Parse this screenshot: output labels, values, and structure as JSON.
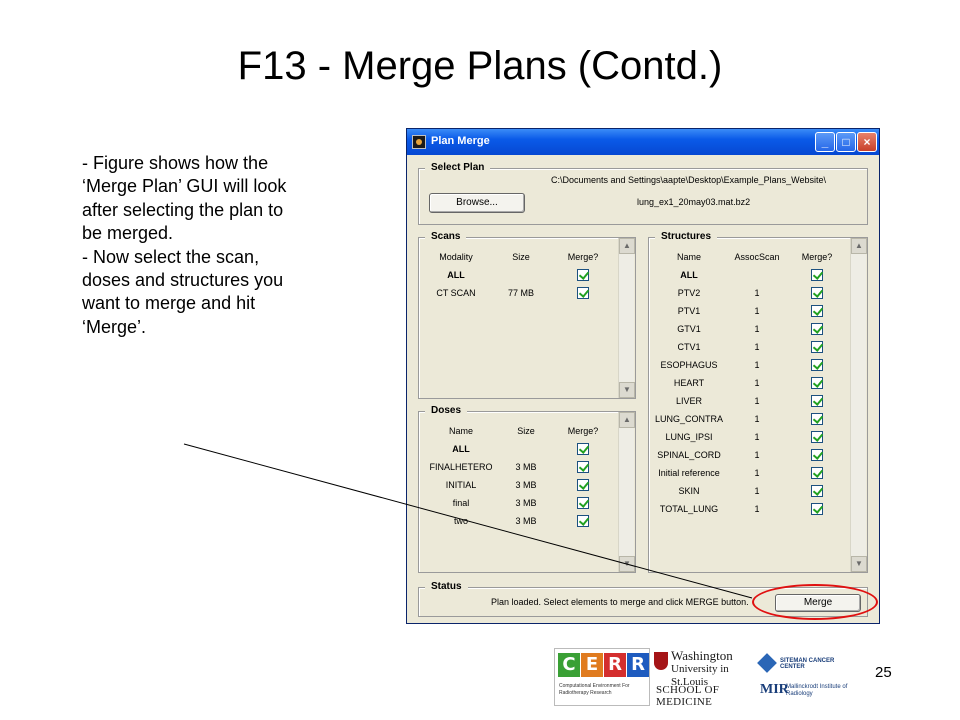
{
  "slide": {
    "title": "F13 - Merge Plans (Contd.)",
    "bullets": [
      "- Figure shows how the ‘Merge Plan’ GUI will look after selecting the plan to be merged.",
      "- Now select the scan, doses and structures you want to merge and hit ‘Merge’."
    ],
    "page_number": "25"
  },
  "window": {
    "title": "Plan Merge",
    "controls": {
      "minimize": "_",
      "maximize": "□",
      "close": "×"
    }
  },
  "select_plan": {
    "label": "Select Plan",
    "path_line1": "C:\\Documents and Settings\\aapte\\Desktop\\Example_Plans_Website\\",
    "path_line2": "lung_ex1_20may03.mat.bz2",
    "browse_button": "Browse..."
  },
  "scans": {
    "label": "Scans",
    "columns": [
      "Modality",
      "Size",
      "Merge?"
    ],
    "rows": [
      {
        "name": "ALL",
        "size": "",
        "checked": true
      },
      {
        "name": "CT SCAN",
        "size": "77 MB",
        "checked": true
      }
    ]
  },
  "doses": {
    "label": "Doses",
    "columns": [
      "Name",
      "Size",
      "Merge?"
    ],
    "rows": [
      {
        "name": "ALL",
        "size": "",
        "checked": true
      },
      {
        "name": "FINALHETERO",
        "size": "3 MB",
        "checked": true
      },
      {
        "name": "INITIAL",
        "size": "3 MB",
        "checked": true
      },
      {
        "name": "final",
        "size": "3 MB",
        "checked": true
      },
      {
        "name": "two",
        "size": "3 MB",
        "checked": true
      }
    ]
  },
  "structures": {
    "label": "Structures",
    "columns": [
      "Name",
      "AssocScan",
      "Merge?"
    ],
    "rows": [
      {
        "name": "ALL",
        "assoc": "",
        "checked": true
      },
      {
        "name": "PTV2",
        "assoc": "1",
        "checked": true
      },
      {
        "name": "PTV1",
        "assoc": "1",
        "checked": true
      },
      {
        "name": "GTV1",
        "assoc": "1",
        "checked": true
      },
      {
        "name": "CTV1",
        "assoc": "1",
        "checked": true
      },
      {
        "name": "ESOPHAGUS",
        "assoc": "1",
        "checked": true
      },
      {
        "name": "HEART",
        "assoc": "1",
        "checked": true
      },
      {
        "name": "LIVER",
        "assoc": "1",
        "checked": true
      },
      {
        "name": "LUNG_CONTRA",
        "assoc": "1",
        "checked": true
      },
      {
        "name": "LUNG_IPSI",
        "assoc": "1",
        "checked": true
      },
      {
        "name": "SPINAL_CORD",
        "assoc": "1",
        "checked": true
      },
      {
        "name": "Initial reference",
        "assoc": "1",
        "checked": true
      },
      {
        "name": "SKIN",
        "assoc": "1",
        "checked": true
      },
      {
        "name": "TOTAL_LUNG",
        "assoc": "1",
        "checked": true
      }
    ]
  },
  "status": {
    "label": "Status",
    "text": "Plan loaded.  Select elements to merge and click MERGE button.",
    "merge_button": "Merge"
  },
  "logos": {
    "cerr_letters": [
      "C",
      "E",
      "R",
      "R"
    ],
    "cerr_colors": [
      "#3aa035",
      "#e07b1f",
      "#d42e2e",
      "#1e5bbf"
    ],
    "cerr_subtitle": "Computational Environment For Radiotherapy Research",
    "wu_name_line1": "Washington",
    "wu_name_line2": "University in St.Louis",
    "wu_school": "SCHOOL OF MEDICINE",
    "siteman": "SITEMAN CANCER CENTER",
    "mir_mark": "MIR",
    "mir_text": "Mallinckrodt Institute of Radiology"
  },
  "colors": {
    "titlebar": "#0a5ae8",
    "window_bg": "#ece9d8",
    "highlight": "#e01010",
    "check": "#21a121"
  }
}
